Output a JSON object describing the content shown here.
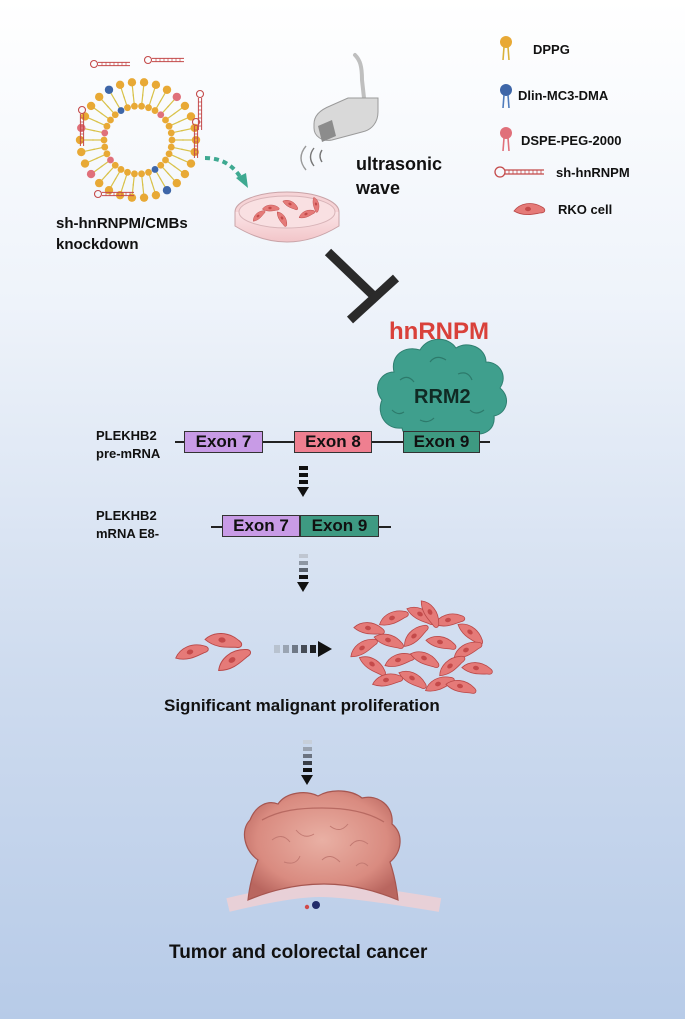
{
  "legend": {
    "items": [
      {
        "label": "DPPG",
        "icon": "dppg-lipid-icon",
        "color": "#e8a935"
      },
      {
        "label": "Dlin-MC3-DMA",
        "icon": "mc3-lipid-icon",
        "color": "#3e66a8"
      },
      {
        "label": "DSPE-PEG-2000",
        "icon": "dspe-peg-lipid-icon",
        "color": "#e0707a"
      },
      {
        "label": "sh-hnRNPM",
        "icon": "shrna-hairpin-icon",
        "color": "#c44a4a"
      },
      {
        "label": "RKO cell",
        "icon": "rko-cell-icon",
        "color": "#e07070"
      }
    ]
  },
  "nanoparticle_label": {
    "line1": "sh-hnRNPM/CMBs",
    "line2": "knockdown"
  },
  "ultrasound_label": {
    "line1": "ultrasonic",
    "line2": "wave"
  },
  "protein": {
    "name": "hnRNPM",
    "domain": "RRM2",
    "color": "#d9413a",
    "fill": "#3f9f8d"
  },
  "premrna": {
    "label_line1": "PLEKHB2",
    "label_line2": "pre-mRNA",
    "exons": [
      {
        "label": "Exon 7",
        "color": "#c89be6"
      },
      {
        "label": "Exon 8",
        "color": "#ef7f90"
      },
      {
        "label": "Exon 9",
        "color": "#3e9a82"
      }
    ]
  },
  "mrna": {
    "label_line1": "PLEKHB2",
    "label_line2": "mRNA  E8-",
    "exons": [
      {
        "label": "Exon 7",
        "color": "#c89be6"
      },
      {
        "label": "Exon 9",
        "color": "#3e9a82"
      }
    ]
  },
  "proliferation_label": "Significant malignant proliferation",
  "outcome_label": "Tumor and colorectal cancer"
}
